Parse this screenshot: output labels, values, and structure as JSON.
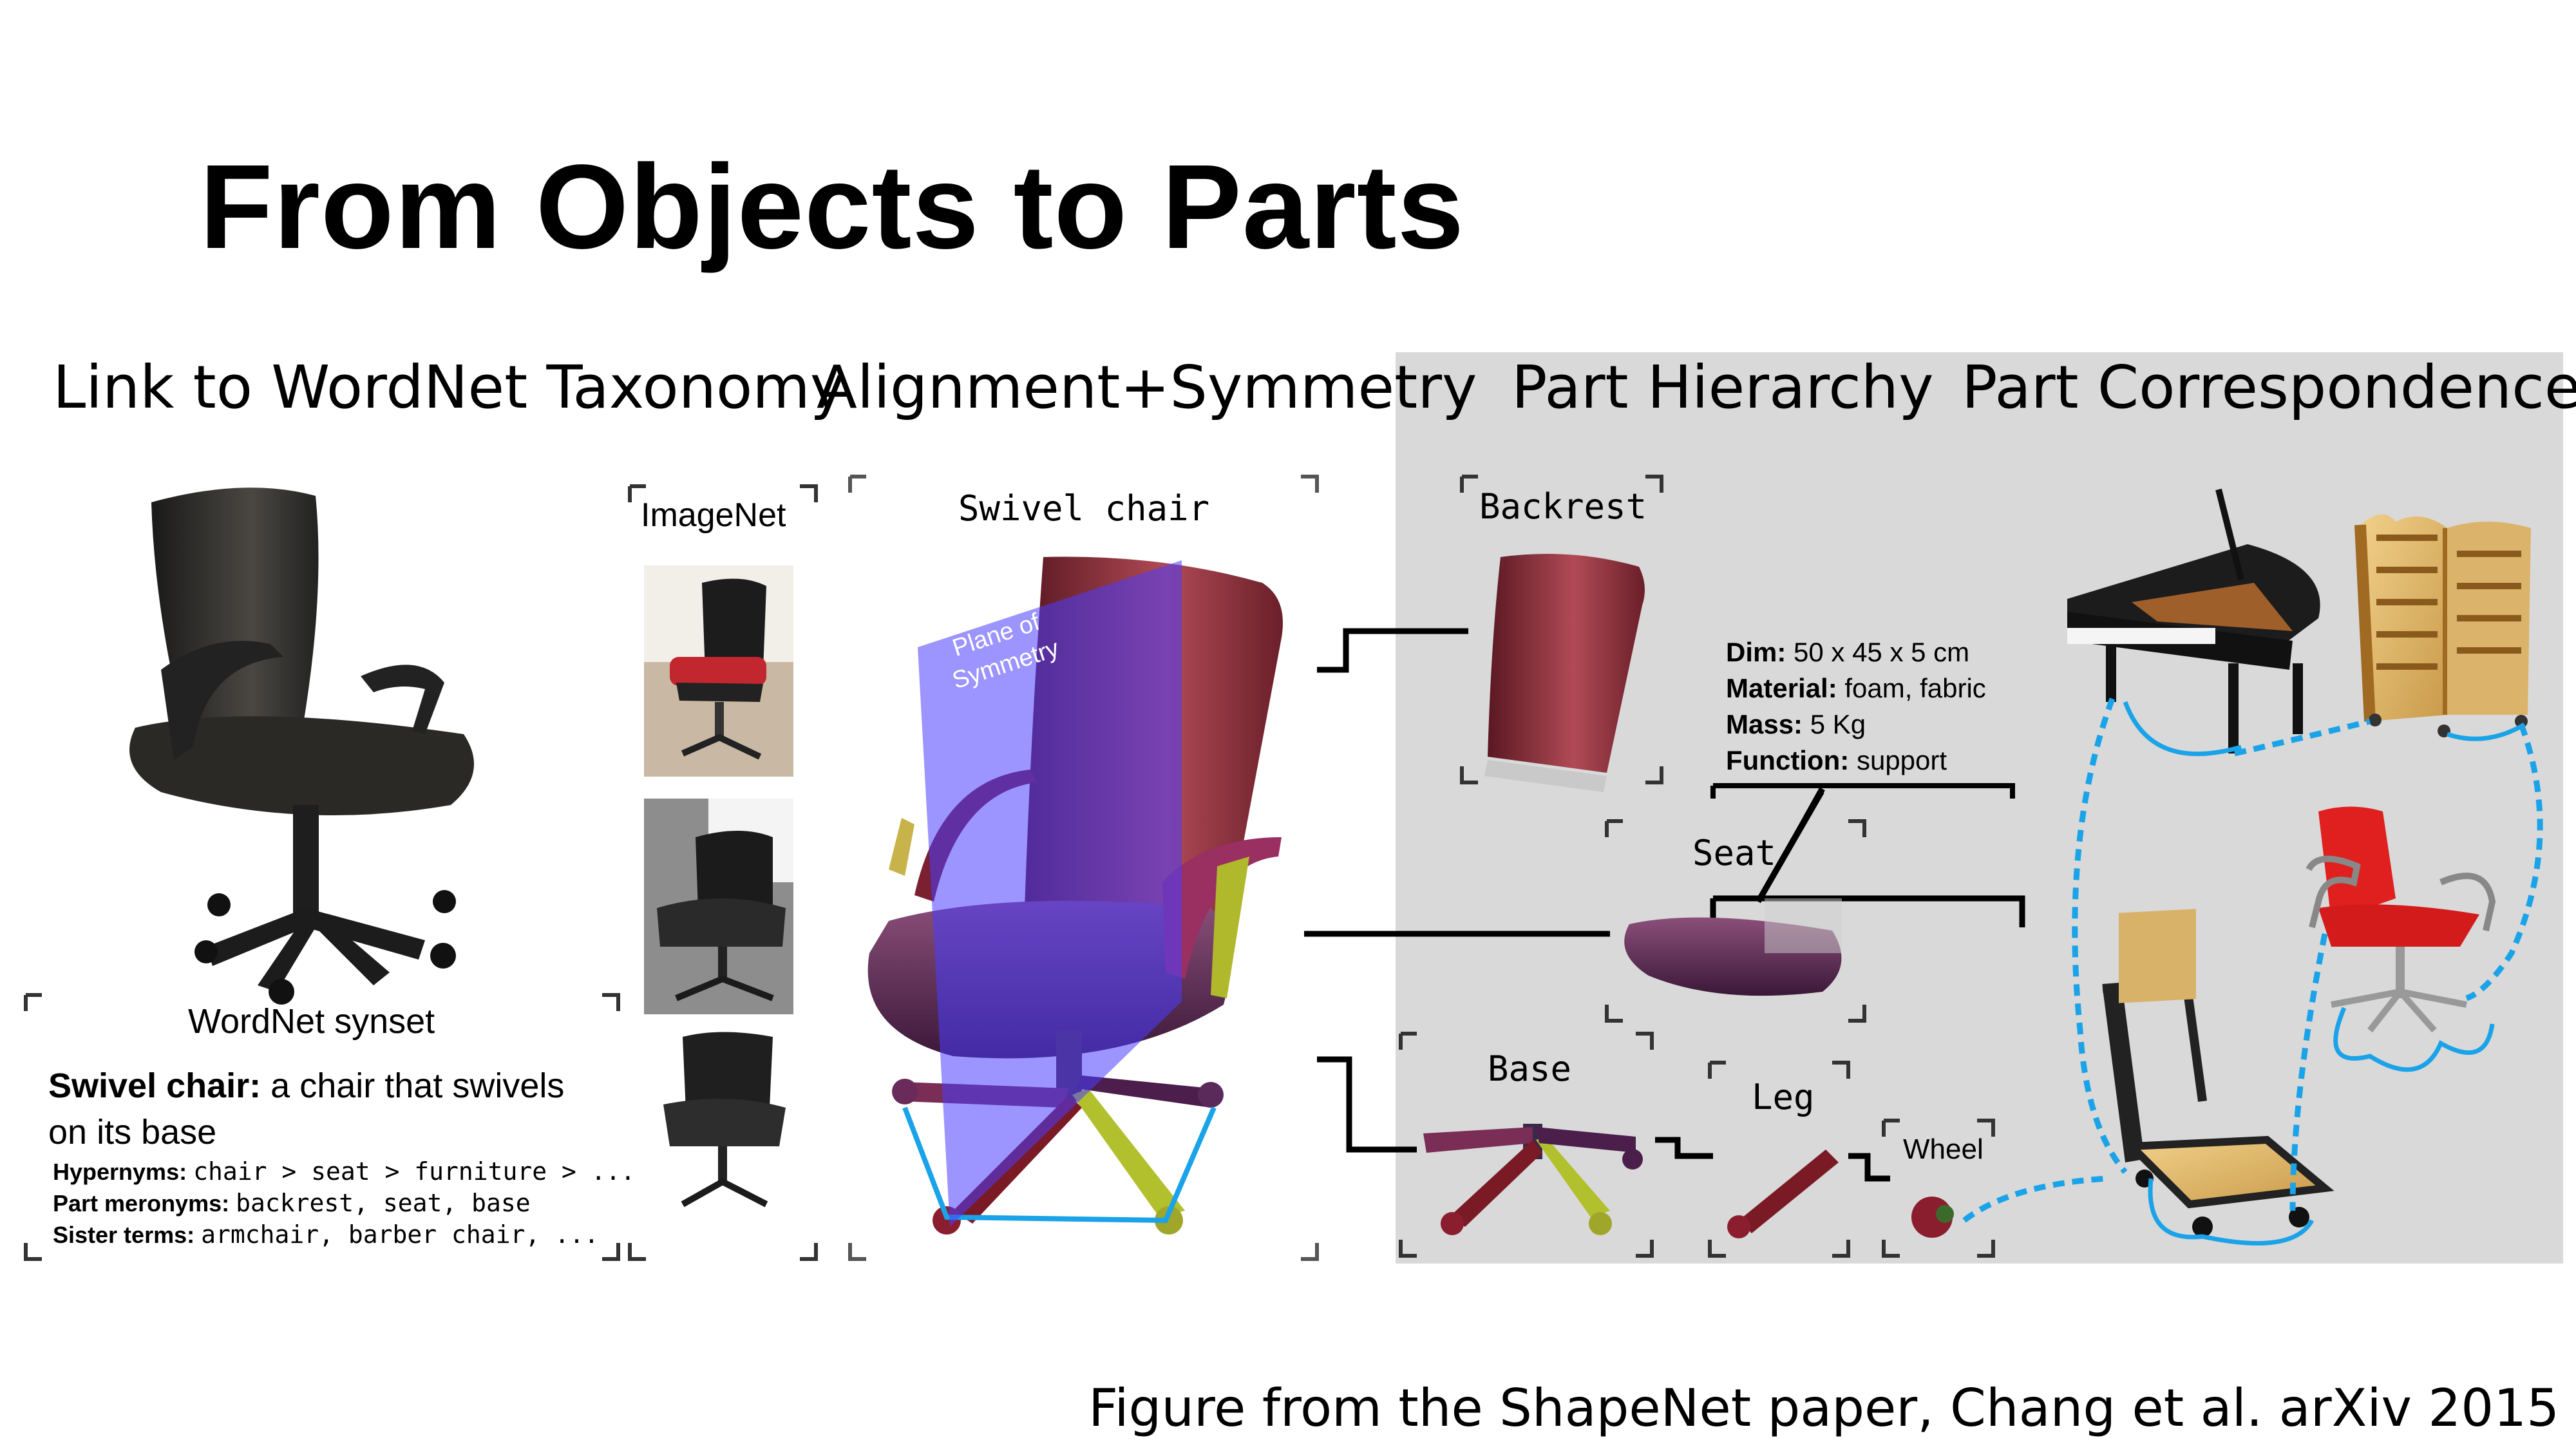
{
  "slide": {
    "title": "From Objects to Parts",
    "caption": "Figure from the ShapeNet paper, Chang et al. arXiv 2015"
  },
  "sections": {
    "wordnet": "Link to WordNet Taxonomy",
    "alignment": "Alignment+Symmetry",
    "hierarchy": "Part Hierarchy",
    "correspondences": "Part Correspondences"
  },
  "wordnet_panel": {
    "synset_label": "WordNet synset",
    "definition_term": "Swivel chair:",
    "definition_text": "a chair that swivels on its base",
    "hypernyms_label": "Hypernyms:",
    "hypernyms_value": "chair > seat > furniture > ...",
    "meronyms_label": "Part meronyms:",
    "meronyms_value": "backrest, seat, base",
    "sister_label": "Sister terms:",
    "sister_value": "armchair, barber chair, ...",
    "imagenet_label": "ImageNet"
  },
  "alignment_panel": {
    "model_label": "Swivel chair",
    "plane_label_line1": "Plane of",
    "plane_label_line2": "Symmetry"
  },
  "hierarchy_panel": {
    "backrest": "Backrest",
    "seat": "Seat",
    "base": "Base",
    "leg": "Leg",
    "wheel": "Wheel",
    "attributes": [
      {
        "label": "Dim:",
        "value": "50 x 45 x 5 cm"
      },
      {
        "label": "Material:",
        "value": "foam, fabric"
      },
      {
        "label": "Mass:",
        "value": "5 Kg"
      },
      {
        "label": "Function:",
        "value": "support"
      }
    ]
  },
  "colors": {
    "panel_gray": "#d9d9d9",
    "correspondence_line": "#1aa3e8",
    "symmetry_plane": "#4a3cff",
    "part_maroon": "#8a2a36"
  }
}
